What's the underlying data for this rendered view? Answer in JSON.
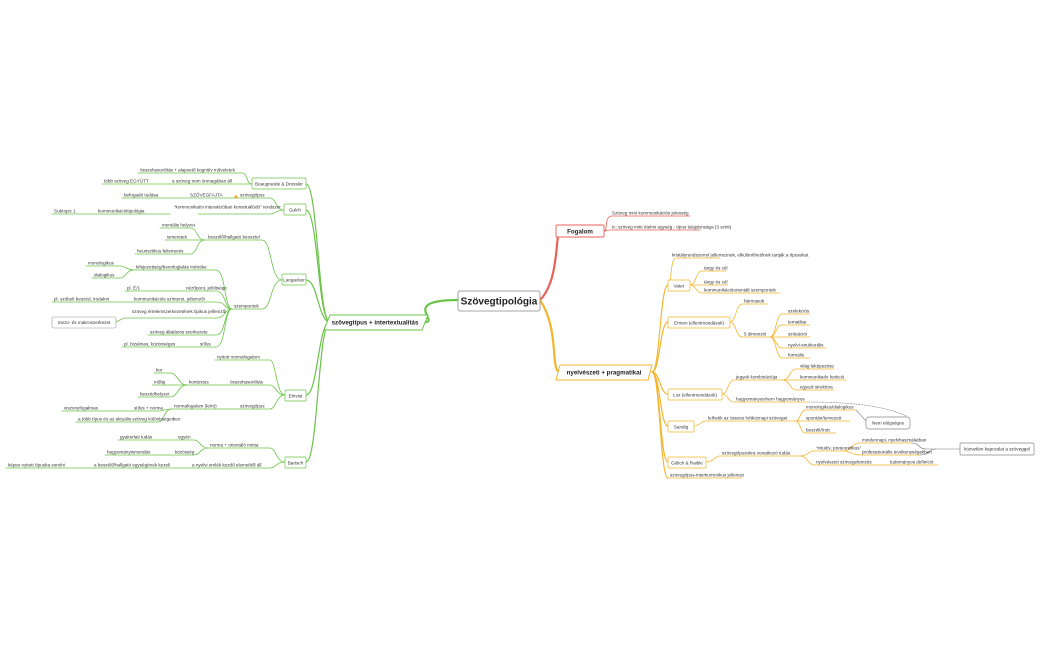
{
  "colors": {
    "green": "#6cc34a",
    "red": "#e8625a",
    "orange": "#f3b52f",
    "grey": "#9a9a9a"
  },
  "root": {
    "label": "Szövegtipológia"
  },
  "left": {
    "main": "szövegtípus + intertextualitás",
    "beaugrande": {
      "label": "Beaugrande & Dressler",
      "items": [
        "összehasonlítás + alapvető kognitív műveletek",
        "a szöveg nem önmagában áll"
      ],
      "more": "több szöveg EGYÜTT"
    },
    "guloh": {
      "label": "Gulch",
      "r1": "SZÖVEGFAJTA",
      "r1b": "befogadó tudása",
      "r1c": "szövegtípus",
      "r2": "“kommunikatív interakcióban konstruálódó” rendszer",
      "r2b": "kommunikációtipológia",
      "r2c": "Subtopic 1"
    },
    "langacker": {
      "label": "Langacker",
      "a": "beszélő/hallgató beosztol",
      "a1": "mentális helyzet",
      "a2": "ismeretek",
      "a3": "heurisztikus felismerés",
      "b": "szempontok",
      "b1": "kifejezettség/bennfoglalás mértéke",
      "b1a": "monologikus",
      "b1b": "dialogikus",
      "b2": "pl. É/1",
      "b2b": "nézőpont, jelöltsége",
      "b3": "kommunikációs színterei, jellemzői",
      "b3b": "pl. szóbeli beszéd, irodalmi",
      "b4": "szöveg értelemszerkezetének tipikus jellemzői",
      "b4b": "mezo- és makroszerkezet",
      "b5": "szöveg általános szerkezete",
      "b6": "stílus",
      "b6b": "pl. bizalmas, közönséges"
    },
    "erkvist": {
      "label": "Erkvist",
      "a": "nyitott normafogalom",
      "b": "összehasonlítás",
      "b1": "kontextus",
      "b1a": "kor",
      "b1b": "műfaj",
      "b1c": "beszédhelyzet",
      "c": "szövegtípus",
      "c1": "normafogalom (leíró)",
      "c1a": "stílus + norma",
      "c1b": "viszonyfogalmas",
      "c1c": "a több típus és az aktuális szöveg különbségeiben"
    },
    "bartsch": {
      "label": "Bartsch",
      "a": "norma + orientáló minta",
      "a1": "egyén",
      "a1b": "gyakorlati tudás",
      "a2": "közösség",
      "a2b": "hagyományismondás",
      "b": "a nyelvi emlék kezdő elemeiből áll",
      "b1": "a beszélő/hallgató egységének kezeli",
      "b1b": "képes nyitott típusba sorolni"
    }
  },
  "right": {
    "fogalom": {
      "label": "Fogalom",
      "i1": "Szöveg mint kommunikációs jelenség",
      "i2": "tc: szöveg mint ételmi egység - típus tulajdonsága (3 szint)"
    },
    "main": "nyelvészeti + pragmatikai",
    "vater": {
      "label": "Vater",
      "top": "kristályrendszerrel jellemeznek, elkülöníthetőnek tartják a típusokat",
      "a": "tárgy és cél",
      "b": "tárgy és cél",
      "c": "kommunikációorientált szempontok"
    },
    "ermen": {
      "label": "Ermen (ellentmondások)",
      "a": "hármasok",
      "b": "5 dimenzió",
      "b1": "szelekciós",
      "b2": "tematikai",
      "b3": "szituációi",
      "b4": "nyelvi-strukturális",
      "b5": "formális"
    },
    "lux": {
      "label": "Lux (ellentmondások)",
      "a": "jegyek kombinációja",
      "a1": "világ leképezése",
      "a2": "kommunikatív funkció",
      "a3": "egyedi struktúra",
      "b": "hagyományos/nem hagyományos"
    },
    "sandig": {
      "label": "Sandig",
      "a": "leíhetik az összes hétköznapi szöveget",
      "a1": "monologikus/dialogikus",
      "a2": "spontán/tervezett",
      "a3": "beszélt/írott",
      "note": "Nem elégséges"
    },
    "gulich": {
      "label": "Gülich & Raible",
      "a": "szövegtípusokra vonatkozó tudás",
      "a1": "“intuitív, preteoretikus”",
      "a1a": "mindennapi, nyelvhasználatban",
      "a1b": "professzionális tevékenységekben",
      "a1c": "közvetlen kapcsolat a szöveggel",
      "a2": "nyelvészeti szövegelemzés",
      "a2b": "tudományos definíció"
    },
    "last": "szövegtípus-interkurrenikus jellemez"
  }
}
